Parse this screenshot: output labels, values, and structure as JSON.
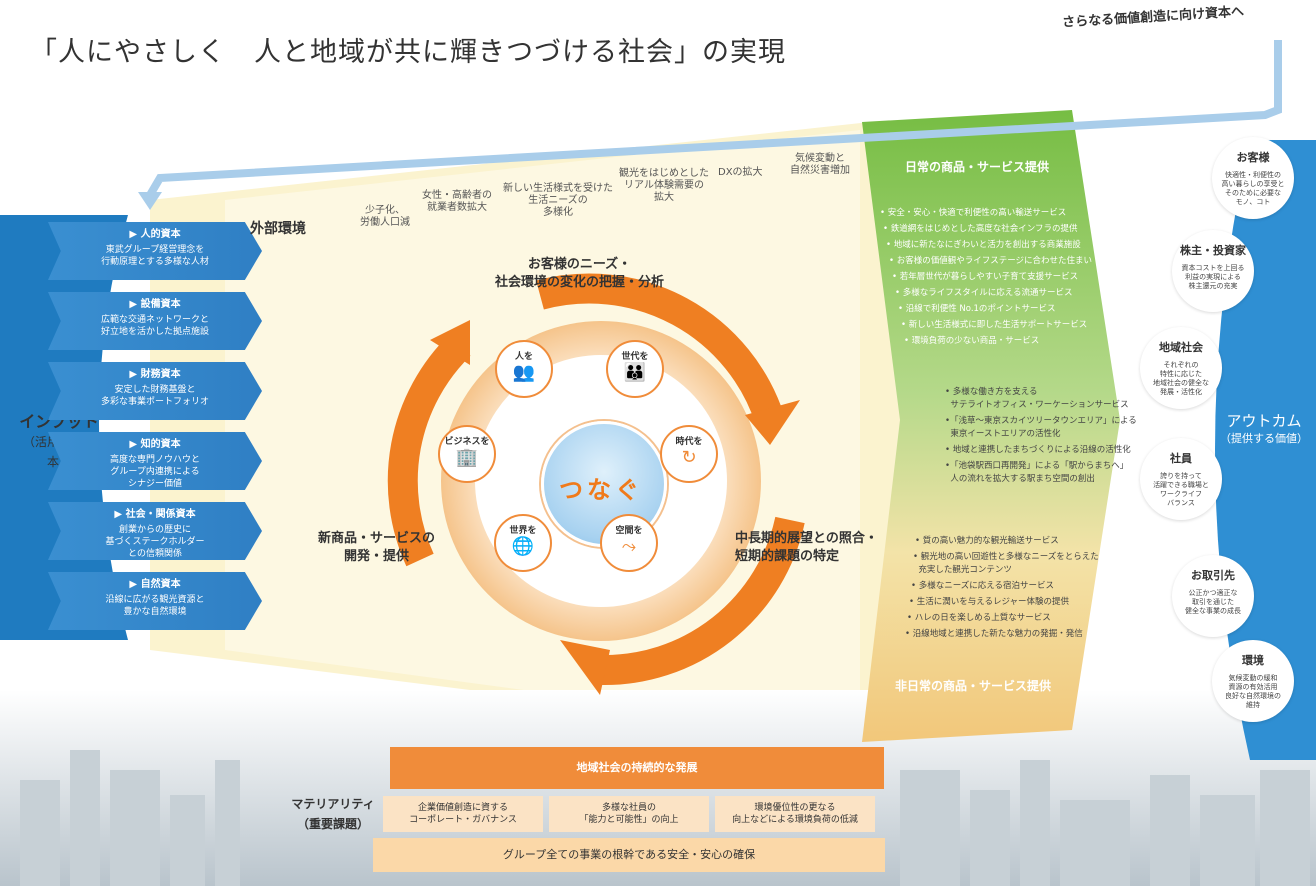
{
  "title": "「人にやさしく　人と地域が共に輝きつづける社会」の実現",
  "top_note": "さらなる価値創造に向け資本へ",
  "inputs": {
    "label": "インプット",
    "sublabel": "（活用する資本）",
    "items": [
      {
        "heading": "▶ 人的資本",
        "desc": "東武グループ経営理念を\n行動原理とする多様な人材"
      },
      {
        "heading": "▶ 設備資本",
        "desc": "広範な交通ネットワークと\n好立地を活かした拠点施設"
      },
      {
        "heading": "▶ 財務資本",
        "desc": "安定した財務基盤と\n多彩な事業ポートフォリオ"
      },
      {
        "heading": "▶ 知的資本",
        "desc": "高度な専門ノウハウと\nグループ内連携による\nシナジー価値"
      },
      {
        "heading": "▶ 社会・関係資本",
        "desc": "創業からの歴史に\n基づくステークホルダー\nとの信頼関係"
      },
      {
        "heading": "▶ 自然資本",
        "desc": "沿線に広がる観光資源と\n豊かな自然環境"
      }
    ]
  },
  "external": {
    "title": "外部環境",
    "items": [
      "少子化、\n労働人口減",
      "女性・高齢者の\n就業者数拡大",
      "新しい生活様式を受けた\n生活ニーズの\n多様化",
      "観光をはじめとした\nリアル体験需要の\n拡大",
      "DXの拡大",
      "気候変動と\n自然災害増加"
    ]
  },
  "cycle": {
    "top": "お客様のニーズ・\n社会環境の変化の把握・分析",
    "right": "中長期的展望との照合・\n短期的課題の特定",
    "left": "新商品・サービスの\n開発・提供",
    "center": "つなぐ",
    "nodes": [
      {
        "label": "人を",
        "icon": "people-icon",
        "glyph": "👥"
      },
      {
        "label": "世代を",
        "icon": "family-icon",
        "glyph": "👪"
      },
      {
        "label": "時代を",
        "icon": "clock-arrow-icon",
        "glyph": "↻"
      },
      {
        "label": "空間を",
        "icon": "route-icon",
        "glyph": "⤳"
      },
      {
        "label": "世界を",
        "icon": "globe-icon",
        "glyph": "🌐"
      },
      {
        "label": "ビジネスを",
        "icon": "building-icon",
        "glyph": "🏢"
      }
    ]
  },
  "daily": {
    "title": "日常の商品・サービス提供",
    "items": [
      "• 安全・安心・快適で利便性の高い輸送サービス",
      "• 鉄道網をはじめとした高度な社会インフラの提供",
      "• 地域に新たなにぎわいと活力を創出する商業施設",
      "• お客様の価値観やライフステージに合わせた住まい",
      "• 若年層世代が暮らしやすい子育て支援サービス",
      "• 多様なライフスタイルに応える流通サービス",
      "• 沿線で利便性 No.1のポイントサービス",
      "• 新しい生活様式に即した生活サポートサービス",
      "• 環境負荷の少ない商品・サービス"
    ]
  },
  "middle": {
    "items": [
      "• 多様な働き方を支える\n  サテライトオフィス・ワーケーションサービス",
      "•「浅草〜東京スカイツリータウンエリア」による\n  東京イーストエリアの活性化",
      "• 地域と連携したまちづくりによる沿線の活性化",
      "•「池袋駅西口再開発」による「駅からまちへ」\n  人の流れを拡大する駅まち空間の創出"
    ]
  },
  "nondaily": {
    "title": "非日常の商品・サービス提供",
    "items": [
      "• 質の高い魅力的な観光輸送サービス",
      "• 観光地の高い回遊性と多様なニーズをとらえた\n  充実した観光コンテンツ",
      "• 多様なニーズに応える宿泊サービス",
      "• 生活に潤いを与えるレジャー体験の提供",
      "• ハレの日を楽しめる上質なサービス",
      "• 沿線地域と連携した新たな魅力の発掘・発信"
    ]
  },
  "outcomes": {
    "label": "アウトカム",
    "sublabel": "（提供する価値）",
    "items": [
      {
        "heading": "お客様",
        "desc": "快適性・利便性の\n高い暮らしの享受と\nそのために必要な\nモノ、コト"
      },
      {
        "heading": "株主・投資家",
        "desc": "資本コストを上回る\n利益の実現による\n株主還元の充実"
      },
      {
        "heading": "地域社会",
        "desc": "それぞれの\n特性に応じた\n地域社会の健全な\n発展・活性化"
      },
      {
        "heading": "社員",
        "desc": "誇りを持って\n活躍できる職場と\nワークライフ\nバランス"
      },
      {
        "heading": "お取引先",
        "desc": "公正かつ適正な\n取引を通じた\n健全な事業の成長"
      },
      {
        "heading": "環境",
        "desc": "気候変動の緩和\n資源の有効活用\n良好な自然環境の\n維持"
      }
    ]
  },
  "materiality": {
    "label": "マテリアリティ\n（重要課題）",
    "top": "地域社会の持続的な発展",
    "middle": [
      "企業価値創造に資する\nコーポレート・ガバナンス",
      "多様な社員の\n「能力と可能性」の向上",
      "環境優位性の更なる\n向上などによる環境負荷の低減"
    ],
    "bottom": "グループ全ての事業の根幹である安全・安心の確保"
  },
  "colors": {
    "blue": "#2f86cc",
    "orange": "#f08c3a",
    "green": "#8cc63f",
    "cream": "#fbf3cf"
  }
}
